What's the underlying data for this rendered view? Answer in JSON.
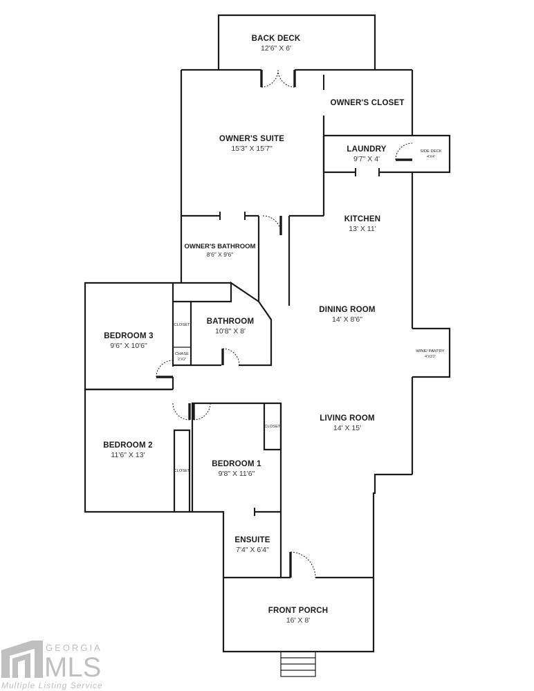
{
  "rooms": {
    "back_deck": {
      "name": "BACK DECK",
      "dim": "12'6\" X 6'"
    },
    "owners_closet": {
      "name": "OWNER'S CLOSET"
    },
    "owners_suite": {
      "name": "OWNER'S SUITE",
      "dim": "15'3\" X 15'7\""
    },
    "laundry": {
      "name": "LAUNDRY",
      "dim": "9'7\" X 4'"
    },
    "side_deck": {
      "name": "SIDE DECK",
      "dim": "4'X4'"
    },
    "kitchen": {
      "name": "KITCHEN",
      "dim": "13' X 11'"
    },
    "owners_bathroom": {
      "name": "OWNER'S BATHROOM",
      "dim": "8'6\" X 9'6\""
    },
    "dining_room": {
      "name": "DINING ROOM",
      "dim": "14' X 8'6\""
    },
    "bedroom3": {
      "name": "BEDROOM 3",
      "dim": "9'6\" X 10'6\""
    },
    "bathroom": {
      "name": "BATHROOM",
      "dim": "10'8\" X 8'"
    },
    "closet_b3": {
      "name": "CLOSET"
    },
    "chase": {
      "name": "CHASE",
      "dim": "2'X2'"
    },
    "wine_pantry": {
      "name": "WINE/ PANTRY",
      "dim": "4'X3'2'"
    },
    "living_room": {
      "name": "LIVING ROOM",
      "dim": "14' X 15'"
    },
    "closet_b1": {
      "name": "CLOSET"
    },
    "bedroom2": {
      "name": "BEDROOM 2",
      "dim": "11'6\" X 13'"
    },
    "closet_b2": {
      "name": "CLOSET"
    },
    "bedroom1": {
      "name": "BEDROOM 1",
      "dim": "9'8\" X 11'6\""
    },
    "ensuite": {
      "name": "ENSUITE",
      "dim": "7'4\" X 6'4\""
    },
    "front_porch": {
      "name": "FRONT PORCH",
      "dim": "16' X 8'"
    }
  },
  "watermark": {
    "line1": "GEORGIA",
    "line2": "MLS",
    "line3": "Multiple Listing Service"
  },
  "colors": {
    "wall": "#1a1a1a",
    "watermark": "#b9b9b9"
  }
}
